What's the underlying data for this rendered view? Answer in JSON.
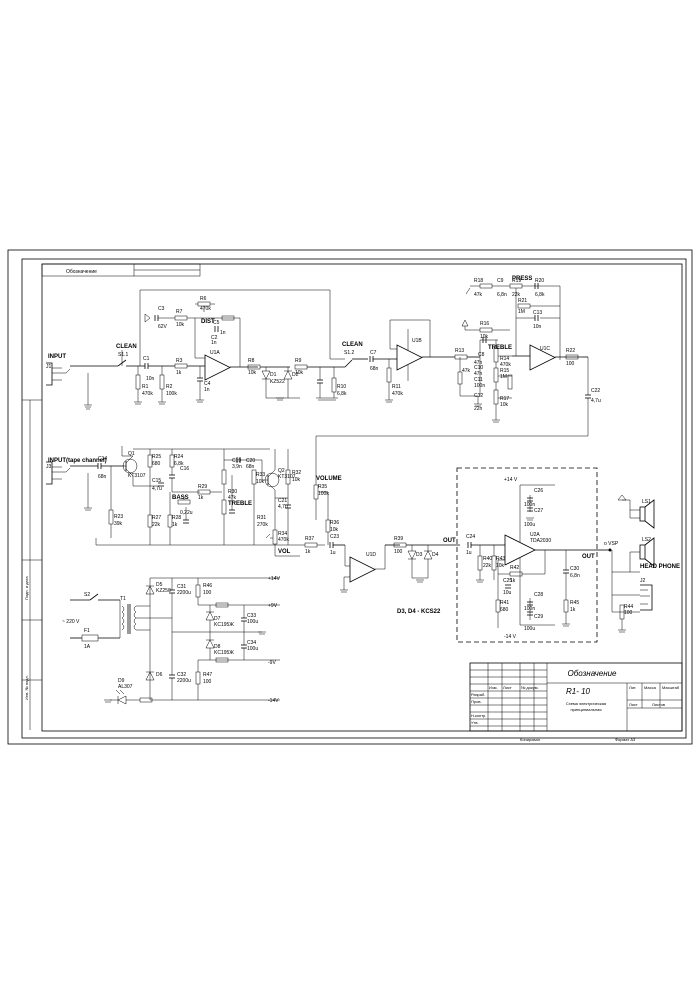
{
  "title_block": {
    "header_oboz": "Обозначение",
    "oboz": "Обозначение",
    "code": "R1- 10",
    "doc_name_1": "Схема электрическая",
    "doc_name_2": "принципиальная"
  },
  "labels": {
    "input": "INPUT",
    "input2": "INPUT(tape channel)",
    "clean1": "CLEAN",
    "s1_1": "S1.1",
    "clean2": "CLEAN",
    "s1_2": "S1.2",
    "dist": "DIST",
    "press": "PRESS",
    "treble1": "TREBLE",
    "treble2": "TREBLE",
    "bass": "BASS",
    "volume": "VOLUME",
    "vol": "VOL",
    "out1": "OUT",
    "out2": "OUT",
    "diodes_note": "D3, D4 - KCS22",
    "head_phone": "HEAD PHONE",
    "u1a": "U1A",
    "u1b": "U1B",
    "u1c": "U1C",
    "u1d": "U1D",
    "u2a": "U2A",
    "u2a_type": "TDA2030",
    "q1": "Q1",
    "q1_type": "KT3107",
    "q2": "Q2",
    "q2_type": "KT3107",
    "tr": "T1",
    "s2": "S2",
    "fuse": "F1",
    "fuse_val": "1A",
    "mains": "~ 220 V",
    "p14v": "+14V",
    "m14v": "-14V",
    "p9v": "+9V",
    "m9v": "-9V",
    "p14v_amp": "+14 V",
    "m14v_amp": "-14 V",
    "ls1": "LS1",
    "ls2": "LS2",
    "o_vsp": "o VSP",
    "d5": "D5",
    "d5_type": "KZ250",
    "d6": "D6",
    "d7": "D7",
    "d7_type": "KC195Ж",
    "d8": "D8",
    "d8_type": "KC195Ж",
    "d9": "D9",
    "d9_type": "AL307",
    "d1": "D1",
    "d2": "D2",
    "d3": "D3",
    "d4": "D4",
    "d_type": "KZ522",
    "j1": "J1",
    "j2": "J2",
    "j3": "J3",
    "c1": "C1",
    "c1v": "10n",
    "c2": "C2",
    "c2v": "1n",
    "c3": "C3",
    "c3v": "62V",
    "c4": "C4",
    "c4v": "1n",
    "c5": "C5",
    "c5v": "1n",
    "c7": "C7",
    "c7v": "68n",
    "c8": "C8",
    "c8v": "47n",
    "c9": "C9",
    "c9v": "6,8n",
    "c10": "C10",
    "c10v": "47n",
    "c11": "C11",
    "c11v": "100n",
    "c12": "C12",
    "c12v": "22n",
    "c13": "C13",
    "c13v": "10n",
    "c14": "C14",
    "c14v": "68n",
    "c15": "C15",
    "c15v": "4,7u",
    "c16": "C16",
    "c16v": "0,22u",
    "c19": "C19",
    "c19v": "3,9n",
    "c20": "C20",
    "c20v": "68n",
    "c21": "C21",
    "c21v": "4,7u",
    "c22": "C22",
    "c22v": "4,7u",
    "c23": "C23",
    "c23v": "1u",
    "c24": "C24",
    "c24v": "1u",
    "c25": "C25",
    "c25v": "10u",
    "c26": "C26",
    "c26v": "100n",
    "c27": "C27",
    "c27v": "100u",
    "c28": "C28",
    "c28v": "100n",
    "c29": "C29",
    "c29v": "100u",
    "c30": "C30",
    "c30v": "6,8n",
    "c31": "C31",
    "c31v": "2200u",
    "c32": "C32",
    "c32v": "2200u",
    "c33": "C33",
    "c33v": "100u",
    "c34": "C34",
    "c34v": "100u",
    "r1": "R1",
    "r1v": "470k",
    "r2": "R2",
    "r2v": "100k",
    "r3": "R3",
    "r3v": "1k",
    "r6": "R6",
    "r6v": "470k",
    "r7": "R7",
    "r7v": "10k",
    "r8": "R8",
    "r8v": "10k",
    "r9": "R9",
    "r9v": "10k",
    "r10": "R10",
    "r10v": "6,8k",
    "r11": "R11",
    "r11v": "470k",
    "r13": "R13",
    "r13v": "47k",
    "r14": "R14",
    "r14v": "470k",
    "r15": "R15",
    "r15v": "1M",
    "r16": "R16",
    "r16v": "10k",
    "r17": "R17",
    "r17v": "10k",
    "r18": "R18",
    "r18v": "47k",
    "r19": "R19",
    "r19v": "22k",
    "r20": "R20",
    "r20v": "6,8k",
    "r21": "R21",
    "r21v": "1M",
    "r22": "R22",
    "r22v": "100",
    "r23": "R23",
    "r23v": "39k",
    "r24": "R24",
    "r24v": "6,8k",
    "r25": "R25",
    "r25v": "680",
    "r27": "R27",
    "r27v": "22k",
    "r28": "R28",
    "r28v": "1k",
    "r29": "R29",
    "r29v": "1k",
    "r30": "R30",
    "r30v": "47k",
    "r31": "R31",
    "r31v": "270k",
    "r32": "R32",
    "r32v": "10k",
    "r33": "R33",
    "r33v": "10k",
    "r34": "R34",
    "r34v": "470k",
    "r35": "R35",
    "r35v": "100k",
    "r36": "R36",
    "r36v": "10k",
    "r37": "R37",
    "r37v": "1k",
    "r39": "R39",
    "r39v": "100",
    "r40": "R40",
    "r40v": "22k",
    "r41": "R41",
    "r41v": "680",
    "r42": "R42",
    "r42v": "1k",
    "r43": "R43",
    "r43v": "10k",
    "r44": "R44",
    "r44v": "100",
    "r45": "R45",
    "r45v": "1k",
    "r46": "R46",
    "r46v": "100",
    "r47": "R47",
    "r47v": "100"
  },
  "border_text": {
    "left1": "Инв. № подл.",
    "left2": "Подп. и дата",
    "bottom1": "Копировал",
    "bottom2": "Формат A3"
  },
  "tb_cells": [
    "Изм.",
    "Лист",
    "№ докум.",
    "Подп.",
    "Дата",
    "Разраб.",
    "Пров.",
    "Т.контр.",
    "Н.контр.",
    "Утв.",
    "Лит.",
    "Масса",
    "Масштаб",
    "Лист",
    "Листов"
  ]
}
